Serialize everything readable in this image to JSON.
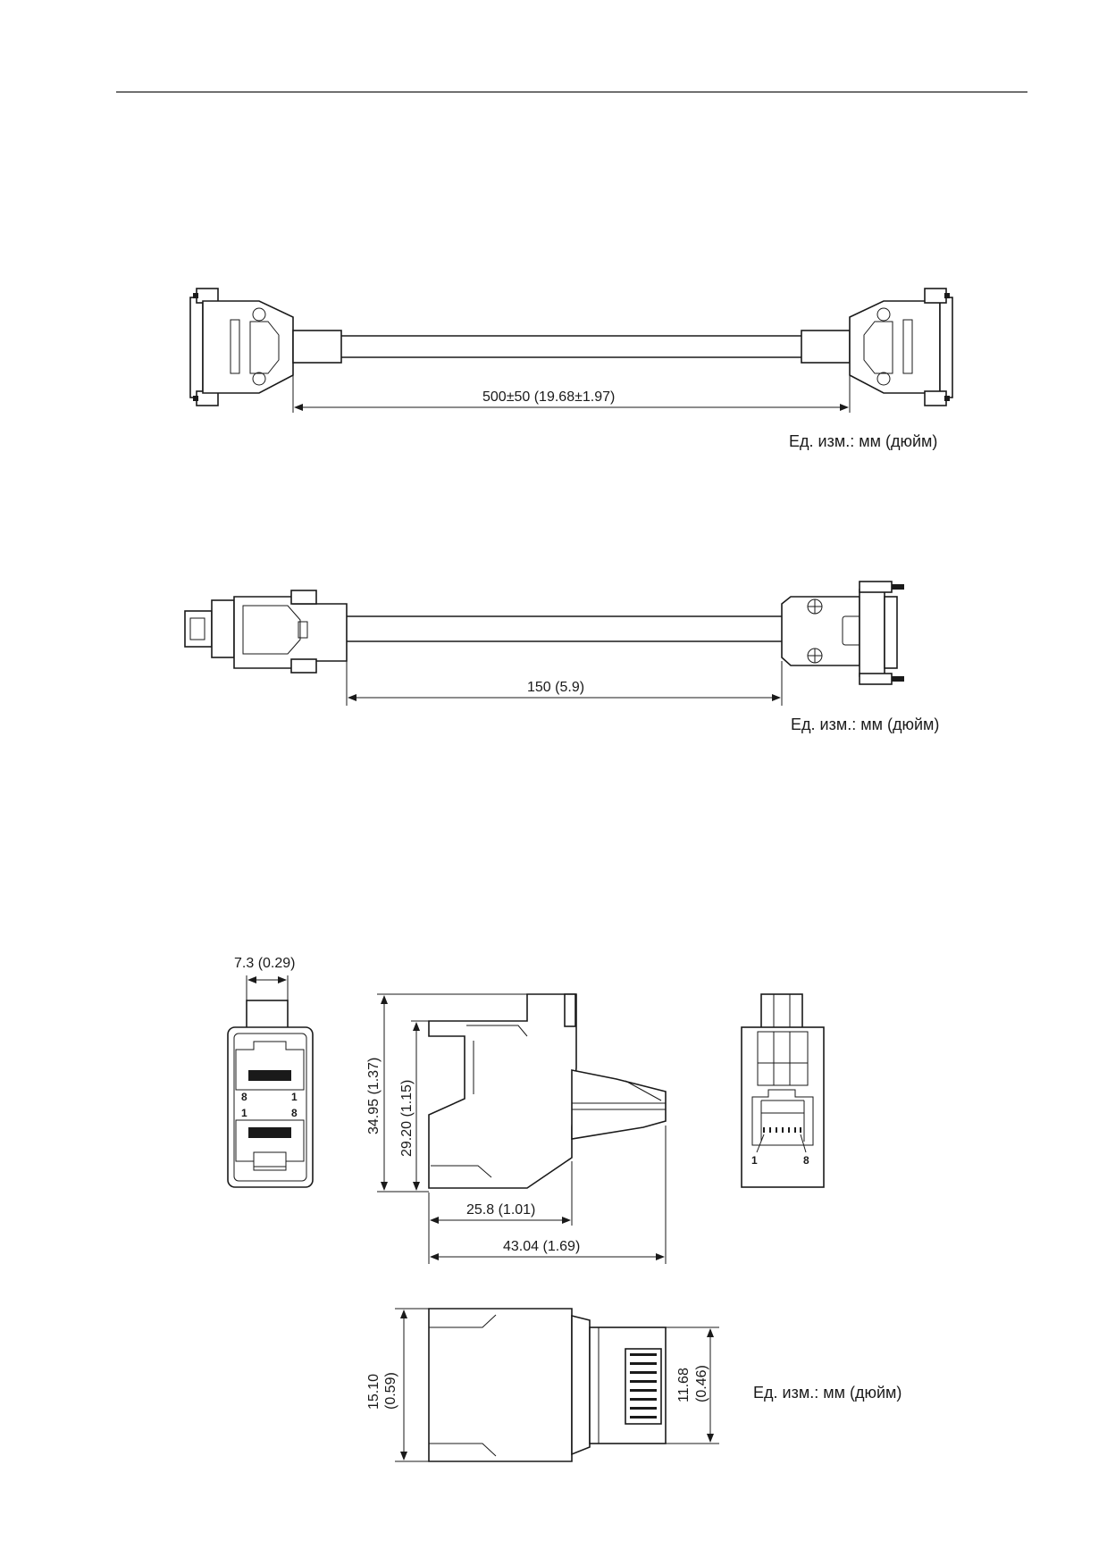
{
  "figures": {
    "cable_d_sub": {
      "length_label": "500±50 (19.68±1.97)",
      "unit_label": "Ед. изм.: мм (дюйм)"
    },
    "cable_adapter": {
      "length_label": "150 (5.9)",
      "unit_label": "Ед. изм.: мм (дюйм)"
    },
    "rj45_connector": {
      "width_label": "7.3 (0.29)",
      "height_total_label": "34.95 (1.37)",
      "height_body_label": "29.20 (1.15)",
      "body_length_label": "25.8 (1.01)",
      "total_length_label": "43.04 (1.69)",
      "side_height_label": "15.10",
      "side_height_inch_label": "(0.59)",
      "plug_height_label": "11.68",
      "plug_height_inch_label": "(0.46)",
      "pins_top": [
        "8",
        "1"
      ],
      "pins_bottom": [
        "1",
        "8"
      ],
      "pins_front": [
        "1",
        "8"
      ],
      "unit_label": "Ед. изм.: мм (дюйм)"
    }
  }
}
